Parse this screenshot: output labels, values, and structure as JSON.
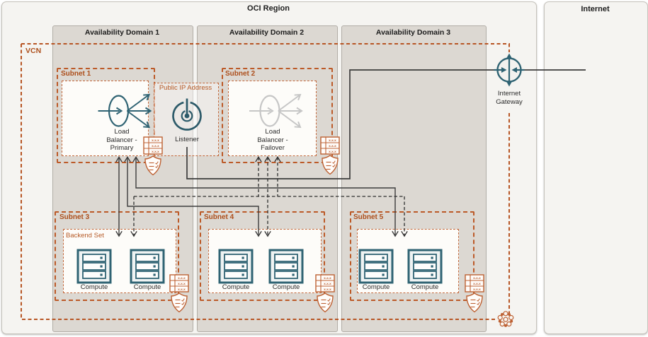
{
  "region": {
    "title": "OCI Region"
  },
  "internet": {
    "title": "Internet"
  },
  "availability_domains": [
    {
      "label": "Availability Domain 1"
    },
    {
      "label": "Availability Domain 2"
    },
    {
      "label": "Availability Domain 3"
    }
  ],
  "vcn": {
    "label": "VCN"
  },
  "subnets": [
    {
      "label": "Subnet 1"
    },
    {
      "label": "Subnet 2"
    },
    {
      "label": "Subnet 3",
      "group_label": "Backend Set"
    },
    {
      "label": "Subnet 4"
    },
    {
      "label": "Subnet 5"
    }
  ],
  "nodes": {
    "load_balancer_primary": {
      "label": "Load\nBalancer -\nPrimary"
    },
    "load_balancer_failover": {
      "label": "Load\nBalancer -\nFailover"
    },
    "listener": {
      "label": "Listener"
    },
    "public_ip": {
      "label": "Public IP Address"
    },
    "internet_gateway": {
      "label": "Internet\nGateway"
    },
    "compute": {
      "label": "Compute"
    }
  },
  "icons": {
    "route_table_cell": "x.x.x"
  },
  "colors": {
    "accent_orange": "#b65a26",
    "dashed_border_orange": "#bc5a28",
    "icon_teal": "#2f6373",
    "failover_gray": "#c6c6c6",
    "line_dark": "#3c3c3c",
    "ad_gray": "#dcd8d2",
    "panel_gray": "#f5f4f1"
  }
}
